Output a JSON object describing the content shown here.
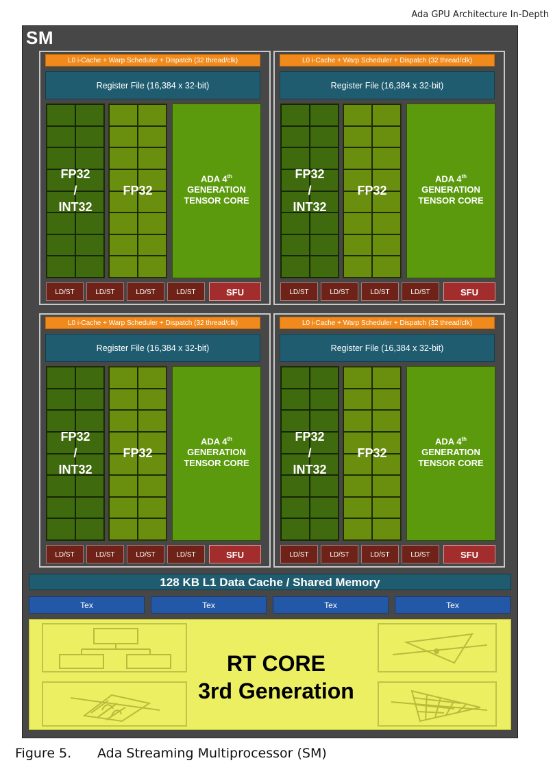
{
  "header_note": "Ada GPU Architecture In-Depth",
  "sm": {
    "label": "SM",
    "quadrant": {
      "scheduler": "L0 i-Cache + Warp Scheduler + Dispatch (32 thread/clk)",
      "register_file": "Register File (16,384 x 32-bit)",
      "fp_int": {
        "line1": "FP32",
        "line2": "/",
        "line3": "INT32"
      },
      "fp32": "FP32",
      "tensor": {
        "line1": "ADA 4",
        "sup": "th",
        "line2": "GENERATION",
        "line3": "TENSOR CORE"
      },
      "ldst": "LD/ST",
      "sfu": "SFU"
    },
    "l1_cache": "128 KB L1 Data Cache / Shared Memory",
    "tex": [
      "Tex",
      "Tex",
      "Tex",
      "Tex"
    ],
    "rt_core": {
      "line1": "RT CORE",
      "line2": "3rd Generation"
    }
  },
  "caption": {
    "label": "Figure 5.",
    "text": "Ada Streaming Multiprocessor (SM)"
  },
  "colors": {
    "sm_background": "#474747",
    "scheduler": "#f08a1c",
    "register_file": "#1f5c70",
    "fp_int": "#3f6a0e",
    "fp32": "#6a8e0e",
    "tensor": "#5a9a0c",
    "ldst": "#6f2318",
    "sfu": "#a32c2c",
    "tex": "#2357a8",
    "rt_core": "#ecef62"
  }
}
